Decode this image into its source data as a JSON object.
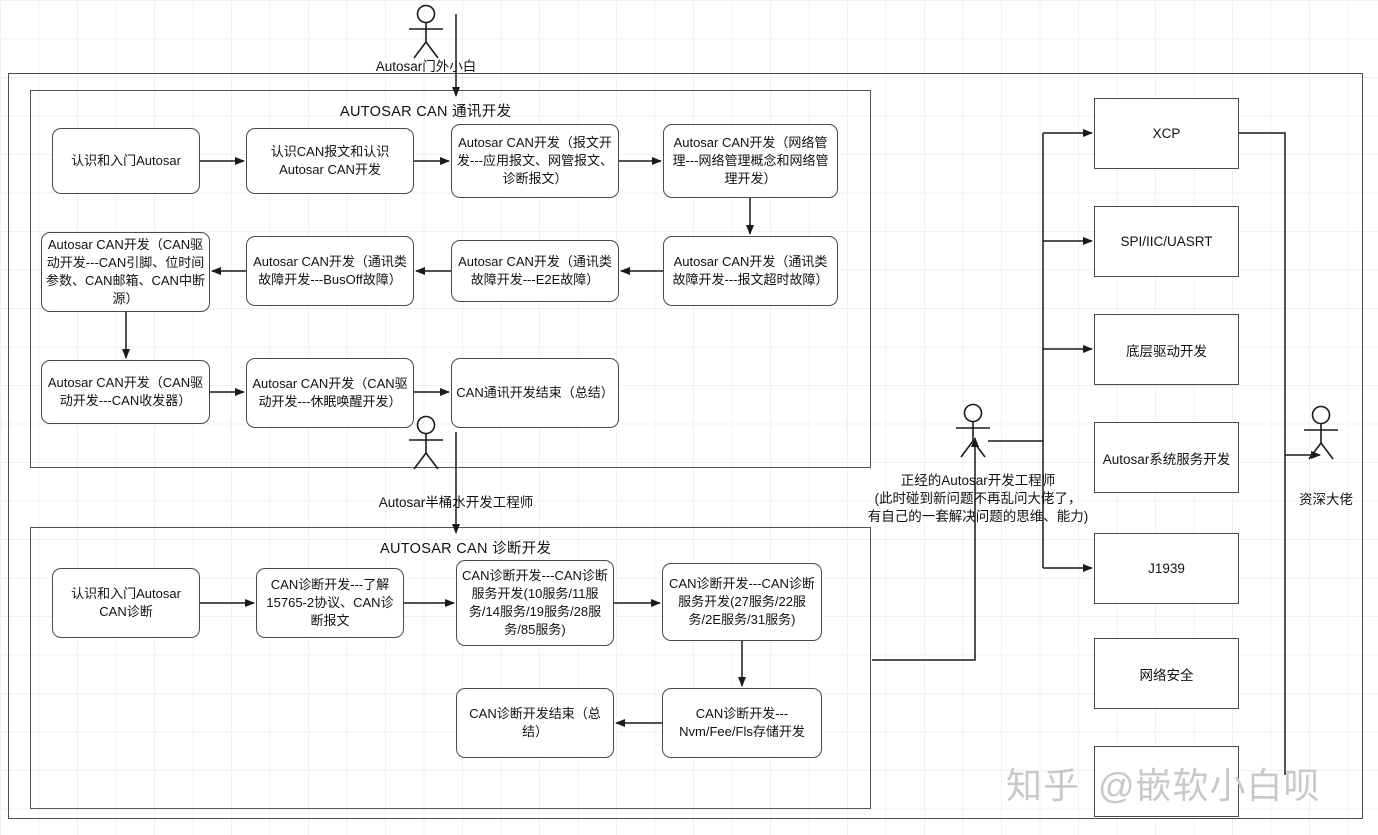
{
  "diagram": {
    "title_comm": "AUTOSAR CAN 通讯开发",
    "title_diag": "AUTOSAR CAN 诊断开发"
  },
  "actors": {
    "novice": "Autosar门外小白",
    "half": "Autosar半桶水开发工程师",
    "proper_line1": "正经的Autosar开发工程师",
    "proper_line2": "(此时碰到新问题不再乱问大佬了，",
    "proper_line3": "有自己的一套解决问题的思维、能力)",
    "guru": "资深大佬"
  },
  "comm_nodes": [
    {
      "id": "c1",
      "label": "认识和入门Autosar"
    },
    {
      "id": "c2",
      "label": "认识CAN报文和认识Autosar CAN开发"
    },
    {
      "id": "c3",
      "label": "Autosar CAN开发（报文开发---应用报文、网管报文、诊断报文）"
    },
    {
      "id": "c4",
      "label": "Autosar CAN开发（网络管理---网络管理概念和网络管理开发）"
    },
    {
      "id": "c5",
      "label": "Autosar CAN开发（通讯类故障开发---报文超时故障）"
    },
    {
      "id": "c6",
      "label": "Autosar CAN开发（通讯类故障开发---E2E故障）"
    },
    {
      "id": "c7",
      "label": "Autosar CAN开发（通讯类故障开发---BusOff故障）"
    },
    {
      "id": "c8",
      "label": "Autosar CAN开发（CAN驱动开发---CAN引脚、位时间参数、CAN邮箱、CAN中断源）"
    },
    {
      "id": "c9",
      "label": "Autosar CAN开发（CAN驱动开发---CAN收发器）"
    },
    {
      "id": "c10",
      "label": "Autosar CAN开发（CAN驱动开发---休眠唤醒开发）"
    },
    {
      "id": "c11",
      "label": "CAN通讯开发结束（总结）"
    }
  ],
  "diag_nodes": [
    {
      "id": "d1",
      "label": "认识和入门Autosar CAN诊断"
    },
    {
      "id": "d2",
      "label": "CAN诊断开发---了解15765-2协议、CAN诊断报文"
    },
    {
      "id": "d3",
      "label": "CAN诊断开发---CAN诊断服务开发(10服务/11服务/14服务/19服务/28服务/85服务)"
    },
    {
      "id": "d4",
      "label": "CAN诊断开发---CAN诊断服务开发(27服务/22服务/2E服务/31服务)"
    },
    {
      "id": "d5",
      "label": "CAN诊断开发---Nvm/Fee/Fls存储开发"
    },
    {
      "id": "d6",
      "label": "CAN诊断开发结束（总结）"
    }
  ],
  "right_nodes": [
    {
      "id": "r1",
      "label": "XCP"
    },
    {
      "id": "r2",
      "label": "SPI/IIC/UASRT"
    },
    {
      "id": "r3",
      "label": "底层驱动开发"
    },
    {
      "id": "r4",
      "label": "Autosar系统服务开发"
    },
    {
      "id": "r5",
      "label": "J1939"
    },
    {
      "id": "r6",
      "label": "网络安全"
    }
  ],
  "watermark": {
    "zhihu": "知乎",
    "handle": "@嵌软小白呗"
  },
  "colors": {
    "stroke": "#4a4a4a",
    "line": "#1a1a1a",
    "grid": "#eef1f4",
    "watermark": "#c9c9c9"
  }
}
